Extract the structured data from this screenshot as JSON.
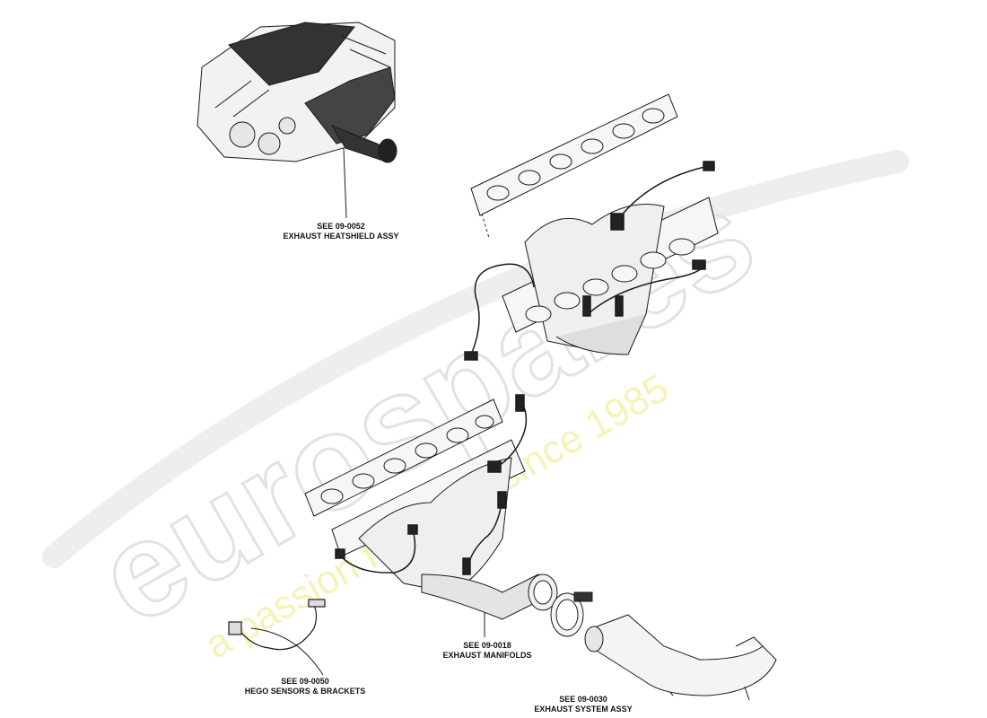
{
  "watermark": {
    "brand": "eurospares",
    "tagline": "a passion for parts since 1985"
  },
  "callouts": [
    {
      "ref": "SEE 09-0052",
      "label": "EXHAUST HEATSHIELD ASSY"
    },
    {
      "ref": "SEE 09-0050",
      "label": "HEGO SENSORS & BRACKETS"
    },
    {
      "ref": "SEE 09-0018",
      "label": "EXHAUST MANIFOLDS"
    },
    {
      "ref": "SEE 09-0030",
      "label": "EXHAUST SYSTEM ASSY"
    }
  ],
  "colors": {
    "line": "#1a1a1a",
    "part_fill": "#f6f6f6",
    "shade": "#d8d8d8",
    "dark": "#2a2a2a",
    "watermark_gray": "#e6e6e6",
    "watermark_yellow": "#f4f3b8"
  }
}
